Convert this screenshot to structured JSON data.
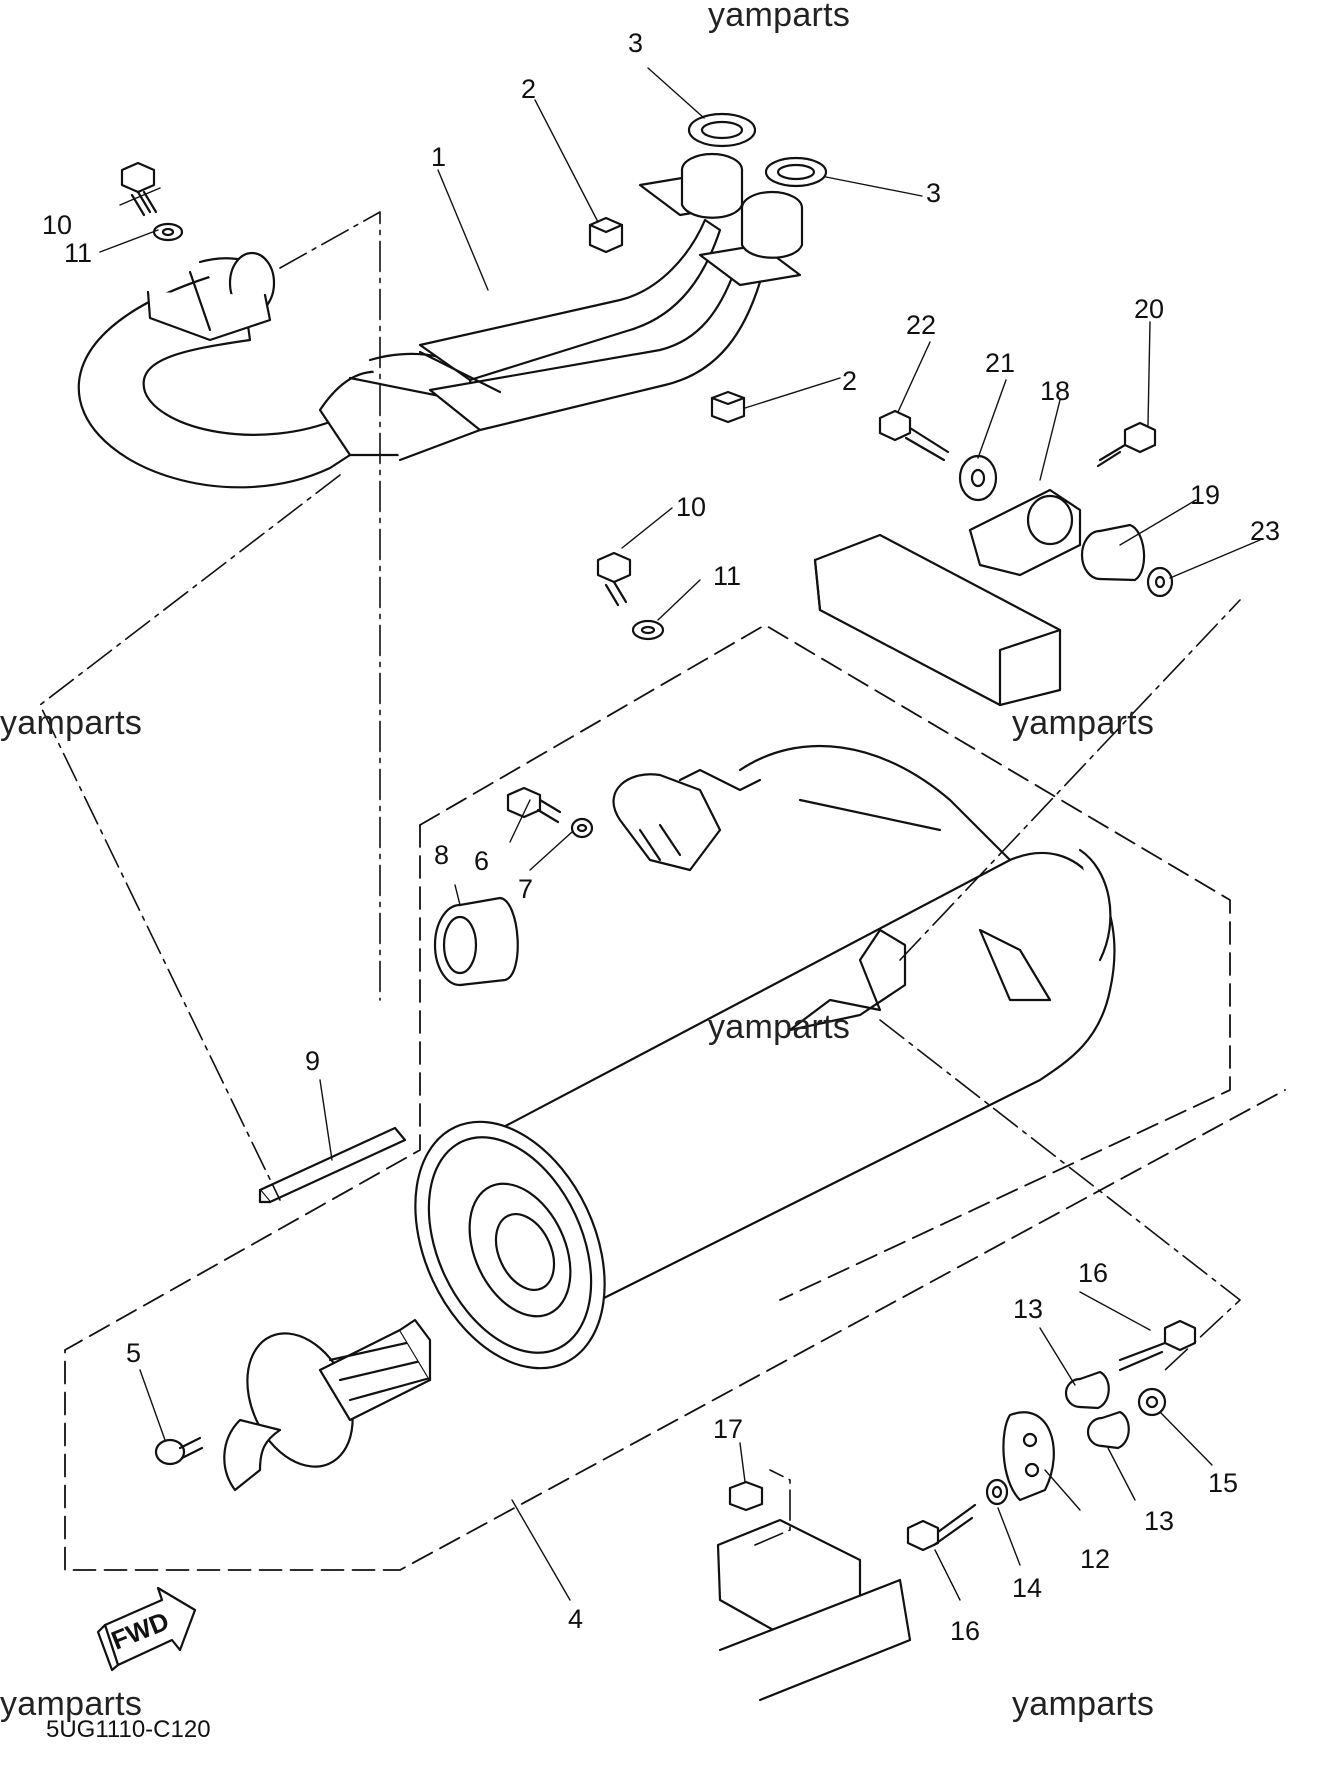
{
  "watermark_text": "yamparts",
  "diagram_code": "5UG1110-C120",
  "fwd_label": "FWD",
  "callouts": {
    "c1": "1",
    "c2a": "2",
    "c2b": "2",
    "c3a": "3",
    "c3b": "3",
    "c4": "4",
    "c5": "5",
    "c6": "6",
    "c7": "7",
    "c8": "8",
    "c9": "9",
    "c10a": "10",
    "c10b": "10",
    "c11a": "11",
    "c11b": "11",
    "c12": "12",
    "c13a": "13",
    "c13b": "13",
    "c14": "14",
    "c15": "15",
    "c16a": "16",
    "c16b": "16",
    "c17": "17",
    "c18": "18",
    "c19": "19",
    "c20": "20",
    "c21": "21",
    "c22": "22",
    "c23": "23"
  },
  "colors": {
    "line": "#111111",
    "fill": "#ffffff"
  }
}
